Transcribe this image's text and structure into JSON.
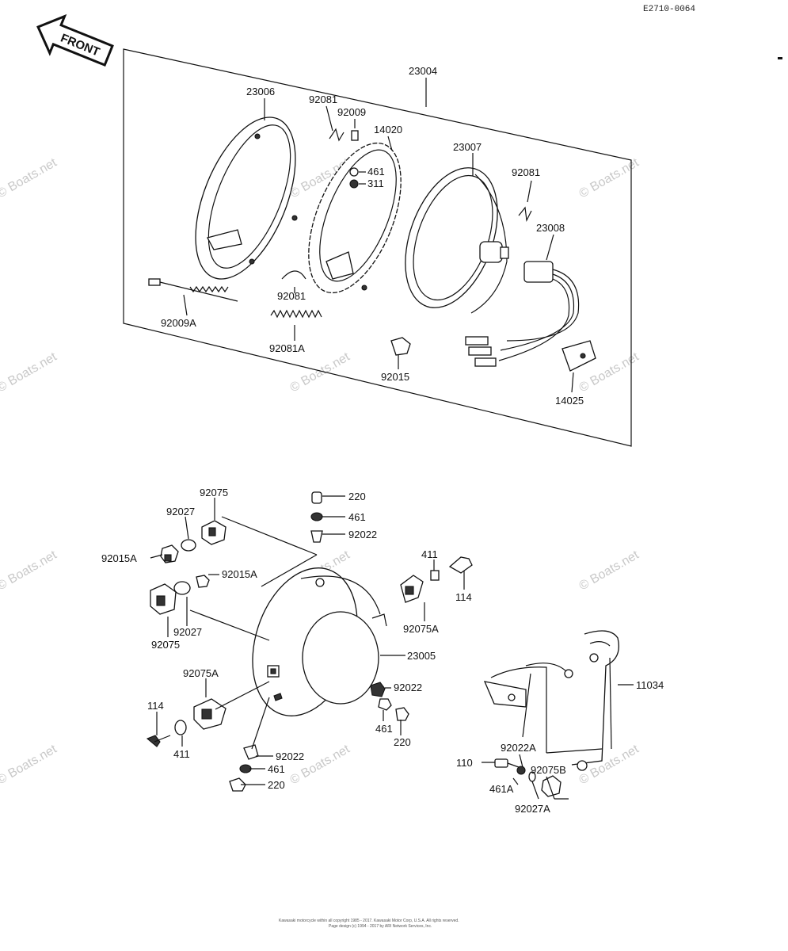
{
  "ref_code": "E2710-0064",
  "front_arrow_label": "FRONT",
  "watermark_text": "© Boats.net",
  "footer_line1": "Kawasaki motorcycle within all copyright 1985 - 2017. Kawasaki Motor Corp, U.S.A. All rights reserved.",
  "footer_line2": "Page design (c) 1994 - 2017 by ARI Network Services, Inc.",
  "labels": {
    "p23004": "23004",
    "p23006": "23006",
    "p92081_top": "92081",
    "p92009": "92009",
    "p14020": "14020",
    "p461_top": "461",
    "p311": "311",
    "p23007": "23007",
    "p92081_right": "92081",
    "p23008": "23008",
    "p92009A": "92009A",
    "p92081_mid": "92081",
    "p92081A": "92081A",
    "p92015": "92015",
    "p14025": "14025",
    "p92075_top": "92075",
    "p92027_top": "92027",
    "p92015A_left": "92015A",
    "p92015A_mid": "92015A",
    "p92027_low": "92027",
    "p92075_low": "92075",
    "p220_top": "220",
    "p461_upper": "461",
    "p92022_upper": "92022",
    "p411_right": "411",
    "p114_right": "114",
    "p92075A_right": "92075A",
    "p23005": "23005",
    "p92022_mid": "92022",
    "p461_mid": "461",
    "p220_mid": "220",
    "p92075A_left": "92075A",
    "p114_left": "114",
    "p411_left": "411",
    "p92022_low": "92022",
    "p461_low": "461",
    "p220_low": "220",
    "p11034": "11034",
    "p92022A": "92022A",
    "p110": "110",
    "p92075B": "92075B",
    "p461A": "461A",
    "p92027A": "92027A"
  }
}
